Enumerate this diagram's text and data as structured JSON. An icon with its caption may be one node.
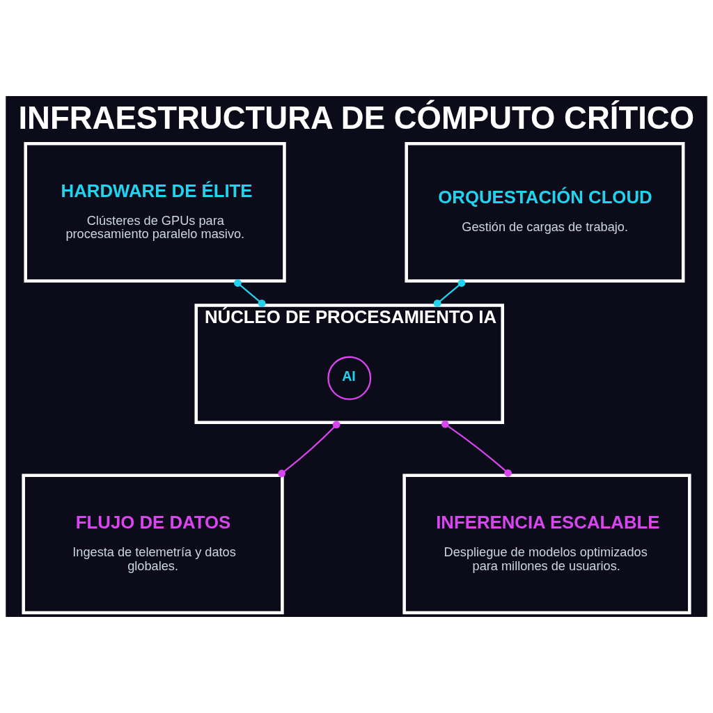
{
  "diagram": {
    "title": "INFRAESTRUCTURA DE CÓMPUTO CRÍTICO",
    "nodes": [
      {
        "text": [
          "HARDWARE DE ÉLITE",
          "Clústeres de GPUs para procesamiento paralelo masivo."
        ]
      },
      {
        "text": [
          "ORQUESTACIÓN CLOUD",
          "Gestión de cargas de trabajo."
        ]
      },
      {
        "text": [
          "NÚCLEO DE PROCESAMIENTO IA"
        ]
      },
      {
        "text": [
          "AI"
        ],
        "in": 2
      },
      {
        "text": [
          "FLUJO DE DATOS",
          "Ingesta de telemetría y datos globales."
        ]
      },
      {
        "text": [
          "INFERENCIA ESCALABLE",
          "Despliegue de modelos optimizados para millones de usuarios."
        ]
      }
    ],
    "edges": [
      {
        "from": 0,
        "to": 2,
        "arrow": "other"
      },
      {
        "from": 1,
        "to": 2,
        "arrow": "other"
      },
      {
        "from": 4,
        "to": 2,
        "arrow": "other",
        "color": "#d946ef"
      },
      {
        "from": 5,
        "to": 2,
        "arrow": "other",
        "color": "#d946ef"
      }
    ]
  }
}
